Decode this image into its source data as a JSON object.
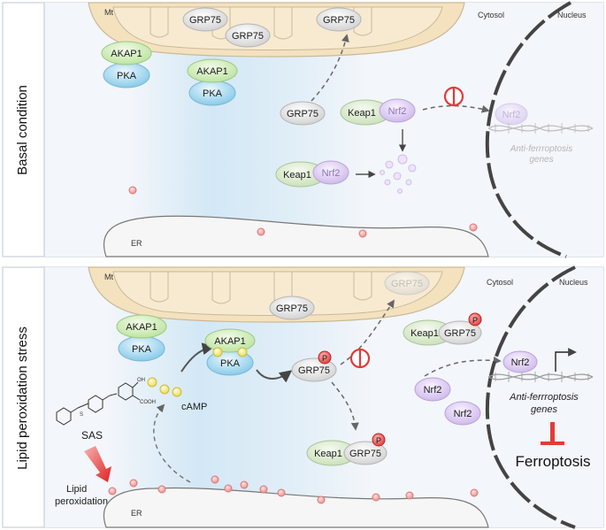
{
  "panels": {
    "top": {
      "side_label": "Basal condition",
      "mt": "Mt",
      "cytosol": "Cytosol",
      "nucleus": "Nucleus",
      "er": "ER",
      "akap1": "AKAP1",
      "pka": "PKA",
      "grp75": "GRP75",
      "keap1": "Keap1",
      "nrf2": "Nrf2",
      "genes_line1": "Anti-ferrroptosis",
      "genes_line2": "genes"
    },
    "bottom": {
      "side_label": "Lipid peroxidation stress",
      "mt": "Mt",
      "cytosol": "Cytosol",
      "nucleus": "Nucleus",
      "er": "ER",
      "akap1": "AKAP1",
      "pka": "PKA",
      "grp75": "GRP75",
      "keap1": "Keap1",
      "nrf2": "Nrf2",
      "p": "P",
      "camp": "cAMP",
      "sas": "SAS",
      "lipid_line1": "Lipid",
      "lipid_line2": "peroxidation",
      "genes_line1": "Anti-ferrroptosis",
      "genes_line2": "genes",
      "outcome": "Ferroptosis"
    }
  },
  "colors": {
    "frame_bg": "#f4f7fb",
    "cytosol_glow": "#cfe6f5",
    "mito_fill": "#f4e2bf",
    "akap1": "#b9e29b",
    "pka": "#8fd0ec",
    "grp75": "#e0e0e0",
    "keap1": "#d3e6c3",
    "nrf2": "#d9c6ee",
    "phospho": "#e8454f",
    "camp": "#f3e56b",
    "inhibit": "#e23a3a",
    "nucleus_border": "#444444"
  }
}
